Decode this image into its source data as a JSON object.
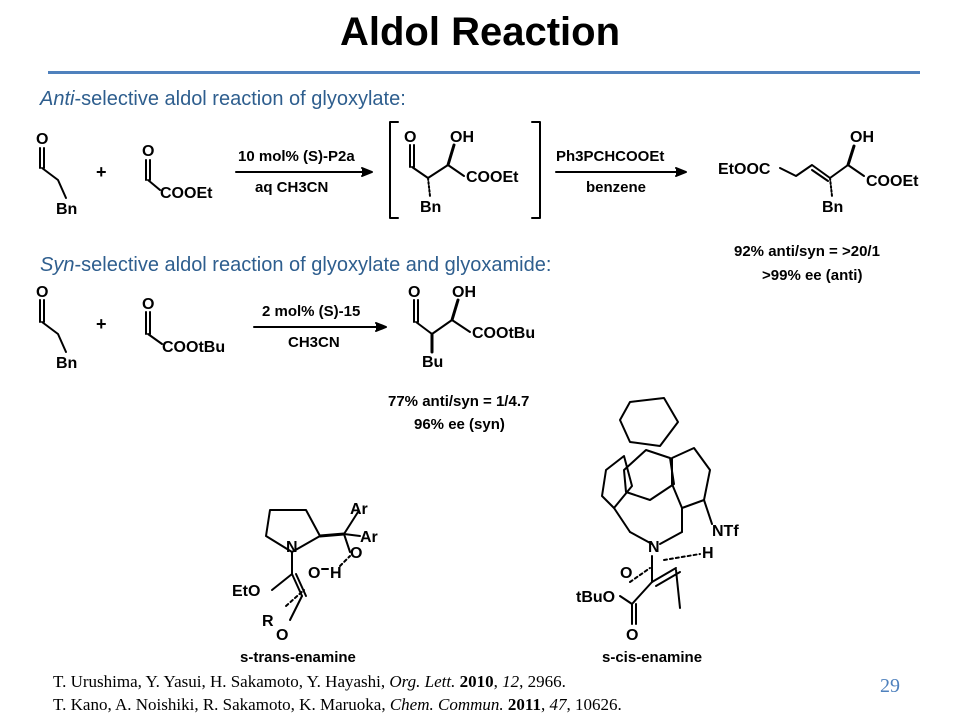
{
  "title": "Aldol Reaction",
  "section1": {
    "prefix": "Anti",
    "rest": "-selective aldol reaction of glyoxylate",
    "colon": ":"
  },
  "section2": {
    "prefix": "Syn",
    "rest": "-selective aldol reaction of glyoxylate and glyoxamide",
    "colon": ":"
  },
  "scheme1": {
    "reagent_above": "10 mol% (S)-P2a",
    "reagent_below": "aq CH3CN",
    "wittig_above": "Ph3PCHCOOEt",
    "wittig_below": "benzene",
    "result_line1": "92% anti/syn = >20/1",
    "result_line2": ">99% ee (anti)",
    "labels": {
      "o": "O",
      "oh": "OH",
      "bn": "Bn",
      "plus": "+",
      "cooet": "COOEt",
      "etooc": "EtOOC"
    }
  },
  "scheme2": {
    "reagent_above": "2 mol% (S)-15",
    "reagent_below": "CH3CN",
    "result_line1": "77% anti/syn = 1/4.7",
    "result_line2": "96% ee (syn)",
    "labels": {
      "cooTbu": "COOtBu",
      "bu": "Bu"
    }
  },
  "ts": {
    "left_caption": "s-trans-enamine",
    "right_caption": "s-cis-enamine",
    "labels": {
      "ar1": "Ar",
      "ar2": "Ar",
      "n": "N",
      "o": "O",
      "h": "H",
      "eto": "EtO",
      "r": "R",
      "ntf": "NTf",
      "tbuo": "tBuO"
    }
  },
  "references": [
    {
      "authors": "T. Urushima, Y. Yasui, H. Sakamoto, Y. Hayashi, ",
      "journal": "Org. Lett.",
      "year": "2010",
      "volume": "12",
      "pages": ", 2966."
    },
    {
      "authors": "T. Kano, A. Noishiki, R. Sakamoto, K. Maruoka, ",
      "journal": "Chem. Commun.",
      "year": "2011",
      "volume": "47",
      "pages": ", 10626."
    }
  ],
  "page_number": "29"
}
